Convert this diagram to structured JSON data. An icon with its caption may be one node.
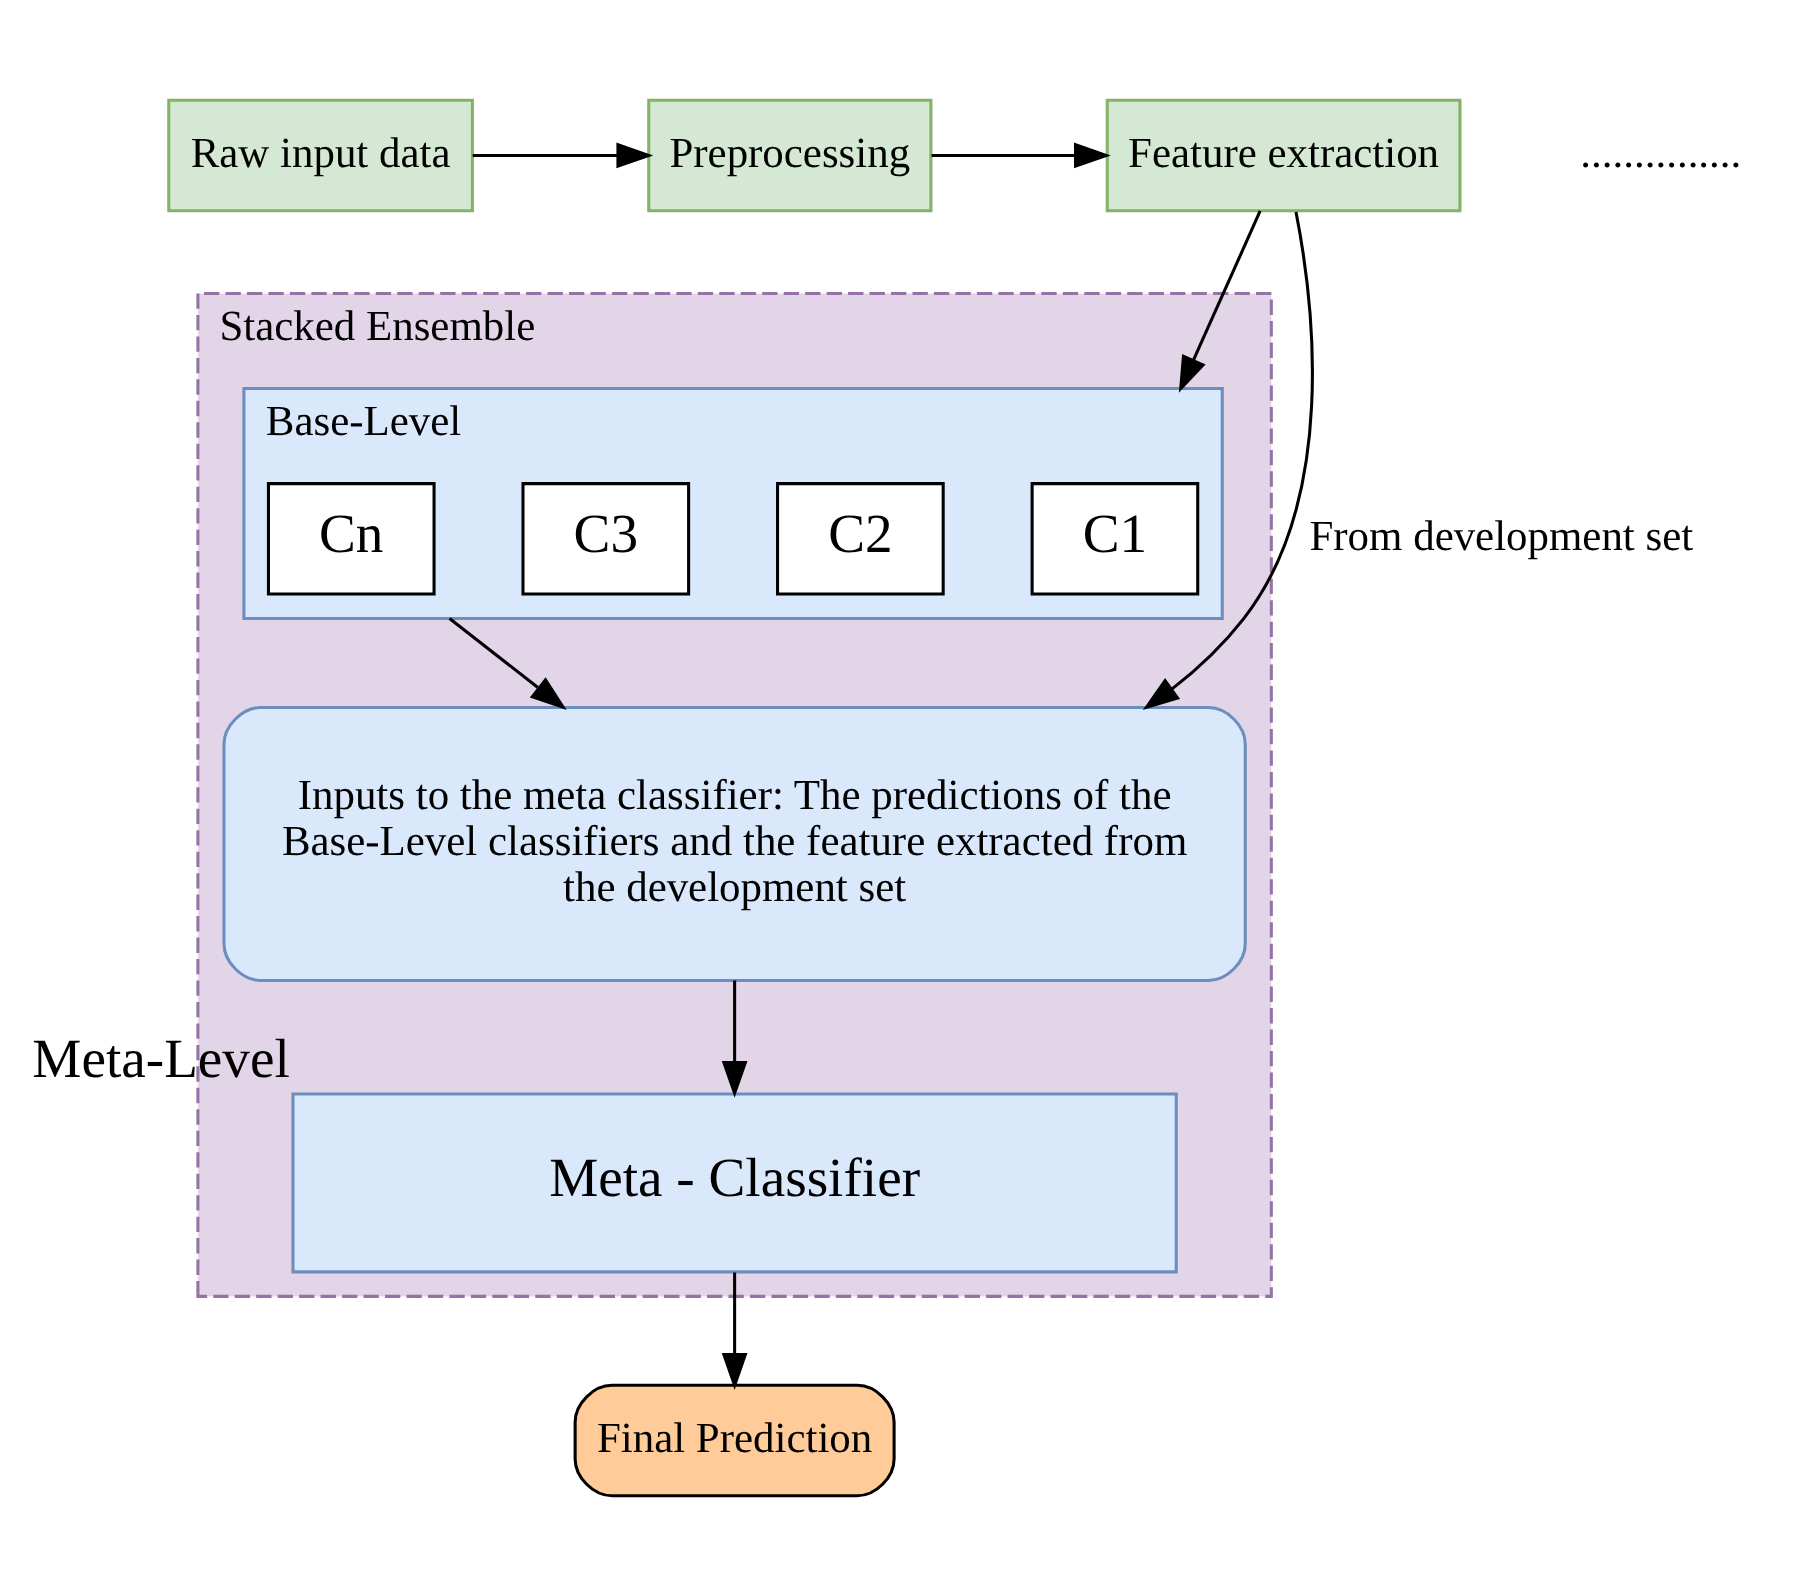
{
  "diagram": {
    "nodes": [
      {
        "text": [
          "Raw input data"
        ]
      },
      {
        "text": [
          "Preprocessing"
        ]
      },
      {
        "text": [
          "Feature extraction"
        ]
      },
      {
        "text": [
          "Stacked Ensemble"
        ]
      },
      {
        "text": [
          "Base-Level"
        ],
        "in": 3
      },
      {
        "text": [
          "C1"
        ],
        "in": 4
      },
      {
        "text": [
          "C2"
        ],
        "in": 4
      },
      {
        "text": [
          "C3"
        ],
        "in": 4
      },
      {
        "text": [
          "Cn"
        ],
        "in": 4
      },
      {
        "text": [
          "Inputs to the meta classifier: The predictions of the Base-Level classifiers and the feature extracted from the development set"
        ],
        "in": 3
      },
      {
        "text": [
          "Meta - Classifier"
        ],
        "in": 3,
        "beside": [
          "Meta-Level"
        ]
      },
      {
        "text": [
          "Final Prediction"
        ]
      }
    ],
    "edges": [
      {
        "from": 0,
        "to": 1,
        "arrow": "to"
      },
      {
        "from": 1,
        "to": 2,
        "arrow": "to"
      },
      {
        "from": 2,
        "to": 4,
        "arrow": "to"
      },
      {
        "from": 2,
        "to": 9,
        "arrow": "to",
        "label": "From development set"
      },
      {
        "from": 4,
        "to": 9,
        "arrow": "to"
      },
      {
        "from": 9,
        "to": 10,
        "arrow": "to"
      },
      {
        "from": 10,
        "to": 11,
        "arrow": "to"
      }
    ],
    "labels": [
      "..............."
    ]
  }
}
